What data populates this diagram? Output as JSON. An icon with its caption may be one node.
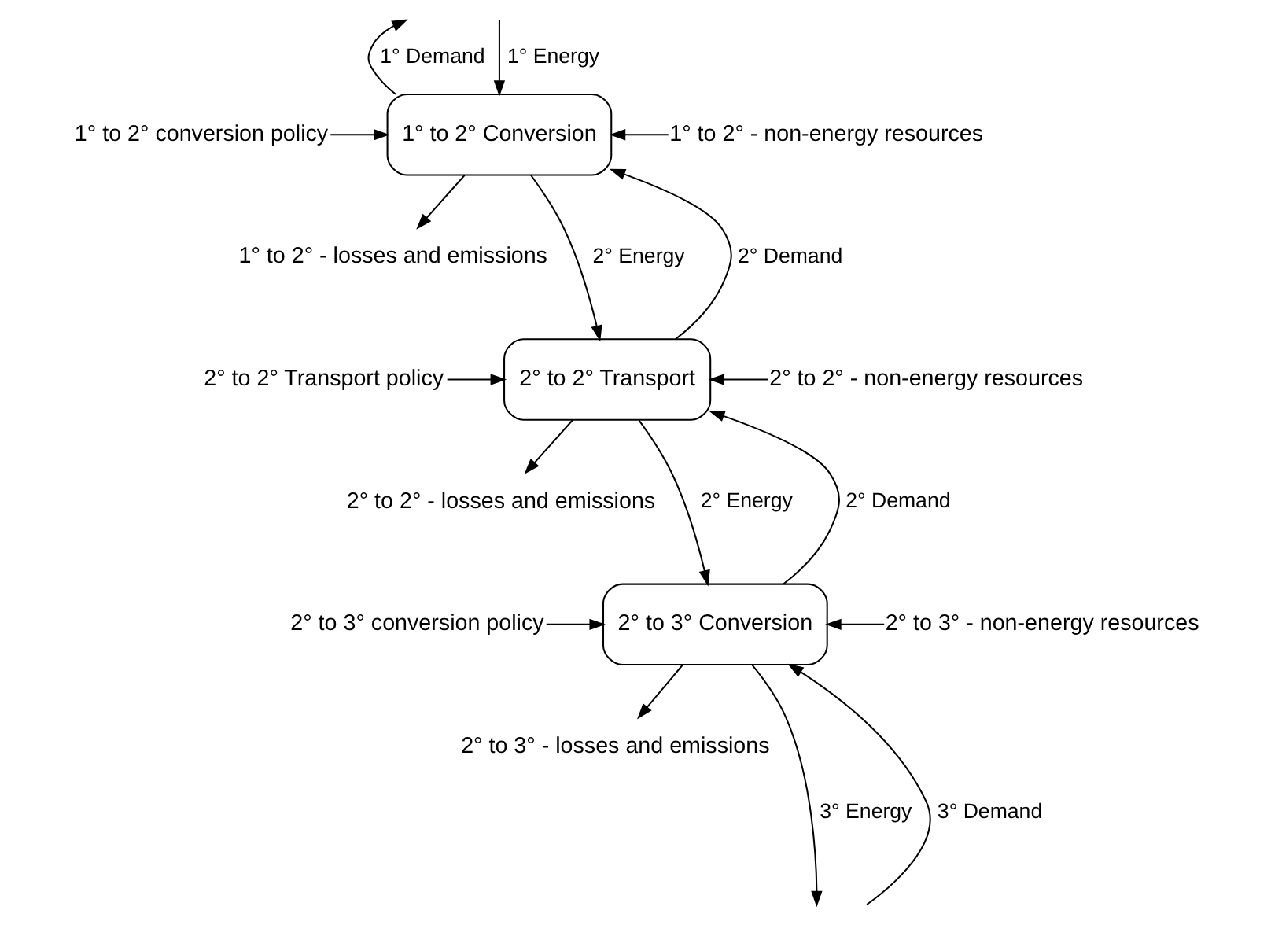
{
  "diagram": {
    "nodes": [
      {
        "text": [
          "1° to 2° conversion policy"
        ]
      },
      {
        "text": [
          "1° to 2° Conversion"
        ]
      },
      {
        "text": [
          "1° to 2° - non-energy resources"
        ]
      },
      {
        "text": [
          "1° to 2° - losses and emissions"
        ]
      },
      {
        "text": [
          "2° to 2° Transport policy"
        ]
      },
      {
        "text": [
          "2° to 2° Transport"
        ]
      },
      {
        "text": [
          "2° to 2° - non-energy resources"
        ]
      },
      {
        "text": [
          "2° to 2° - losses and emissions"
        ]
      },
      {
        "text": [
          "2° to 3° conversion policy"
        ]
      },
      {
        "text": [
          "2° to 3° Conversion"
        ]
      },
      {
        "text": [
          "2° to 3° - non-energy resources"
        ]
      },
      {
        "text": [
          "2° to 3° - losses and emissions"
        ]
      }
    ],
    "edges": [
      {
        "from": 1,
        "to": null,
        "arrow": "to",
        "label": "1° Demand"
      },
      {
        "from": null,
        "to": 1,
        "arrow": "to",
        "label": "1° Energy"
      },
      {
        "from": 0,
        "to": 1,
        "arrow": "to"
      },
      {
        "from": 2,
        "to": 1,
        "arrow": "to"
      },
      {
        "from": 1,
        "to": 3,
        "arrow": "to"
      },
      {
        "from": 5,
        "to": 1,
        "arrow": "to",
        "label": "2° Demand"
      },
      {
        "from": 1,
        "to": 5,
        "arrow": "to",
        "label": "2° Energy"
      },
      {
        "from": 4,
        "to": 5,
        "arrow": "to"
      },
      {
        "from": 6,
        "to": 5,
        "arrow": "to"
      },
      {
        "from": 5,
        "to": 7,
        "arrow": "to"
      },
      {
        "from": 9,
        "to": 5,
        "arrow": "to",
        "label": "2° Demand"
      },
      {
        "from": 5,
        "to": 9,
        "arrow": "to",
        "label": "2° Energy"
      },
      {
        "from": 8,
        "to": 9,
        "arrow": "to"
      },
      {
        "from": 10,
        "to": 9,
        "arrow": "to"
      },
      {
        "from": 9,
        "to": 11,
        "arrow": "to"
      },
      {
        "from": null,
        "to": 9,
        "arrow": "to",
        "label": "3° Demand"
      },
      {
        "from": 9,
        "to": null,
        "arrow": "to",
        "label": "3° Energy"
      }
    ]
  }
}
